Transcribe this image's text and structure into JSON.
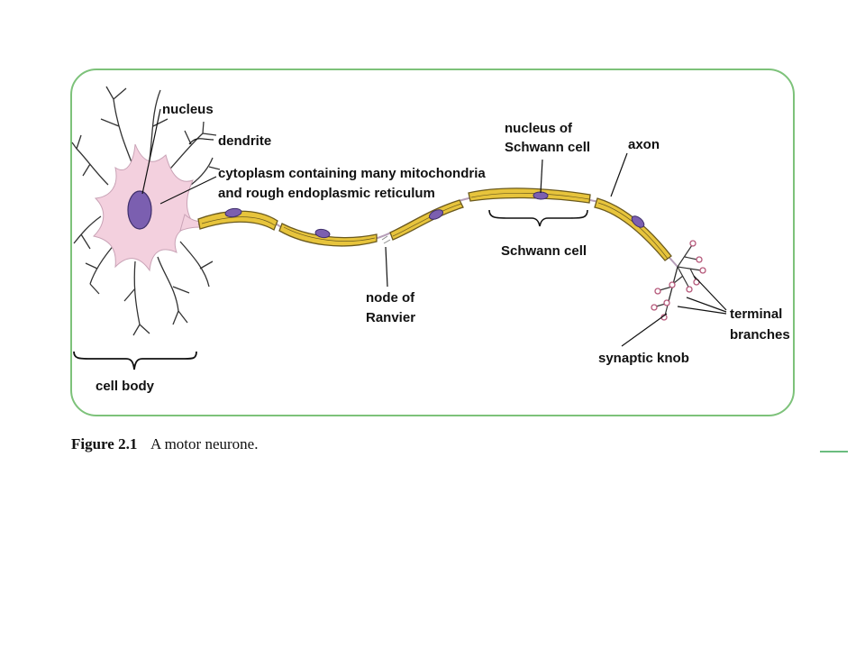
{
  "figure": {
    "number": "Figure 2.1",
    "title": "A motor neurone."
  },
  "labels": {
    "nucleus": "nucleus",
    "dendrite": "dendrite",
    "cytoplasm_line1": "cytoplasm containing many mitochondria",
    "cytoplasm_line2": "and rough endoplasmic reticulum",
    "schwann_nucleus_line1": "nucleus of",
    "schwann_nucleus_line2": "Schwann cell",
    "axon": "axon",
    "schwann_cell": "Schwann cell",
    "node_line1": "node of",
    "node_line2": "Ranvier",
    "terminal_line1": "terminal",
    "terminal_line2": "branches",
    "synaptic_knob": "synaptic knob",
    "cell_body": "cell body"
  },
  "colors": {
    "panel_border": "#7dc27a",
    "cell_body_fill": "#f3d0de",
    "nucleus_fill": "#7b5fb0",
    "myelin_fill": "#e7c43c",
    "myelin_stroke": "#6b5a1e",
    "accent_rule": "#3aa655"
  }
}
